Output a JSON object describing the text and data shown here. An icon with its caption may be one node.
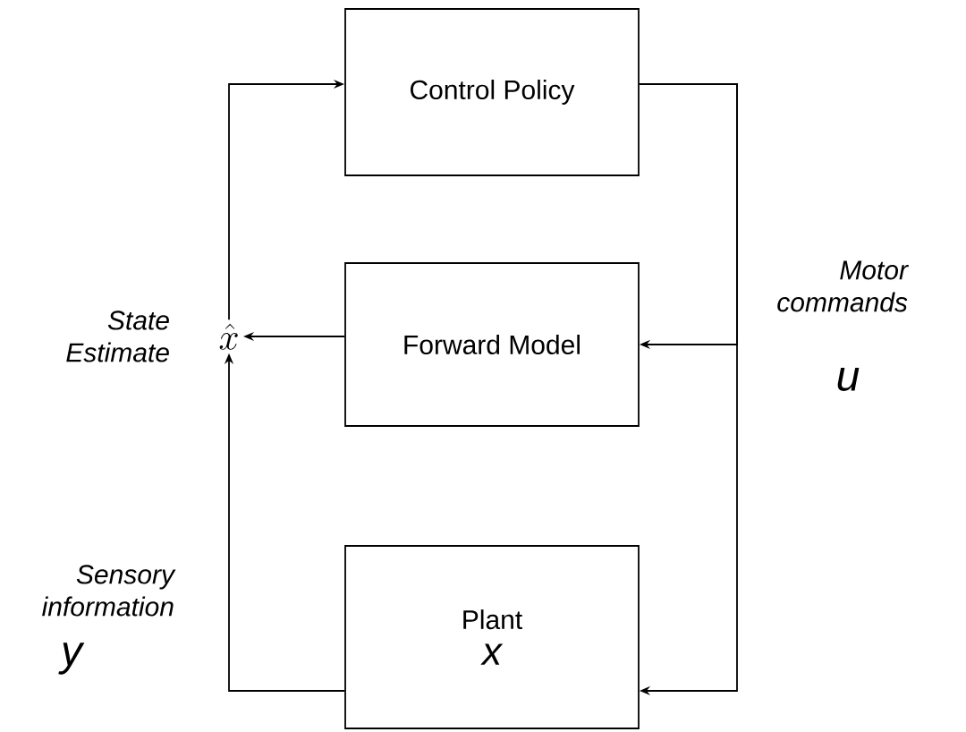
{
  "diagram": {
    "nodes": [
      {
        "text": [
          "Control Policy"
        ]
      },
      {
        "text": [
          "Forward Model"
        ]
      },
      {
        "text": [
          "Plant",
          "x"
        ]
      },
      {
        "text": [
          "\\hat{x}"
        ],
        "beside": [
          "State Estimate"
        ]
      }
    ],
    "edges": [
      {
        "from": 0,
        "to": 1,
        "arrow": "to"
      },
      {
        "from": 0,
        "to": 2,
        "arrow": "to"
      },
      {
        "from": 1,
        "to": 3,
        "arrow": "to"
      },
      {
        "from": 2,
        "to": 3,
        "arrow": "to"
      },
      {
        "from": 3,
        "to": 0,
        "arrow": "to"
      }
    ],
    "labels": [
      "Motor commands",
      "u",
      "Sensory information",
      "y"
    ]
  }
}
